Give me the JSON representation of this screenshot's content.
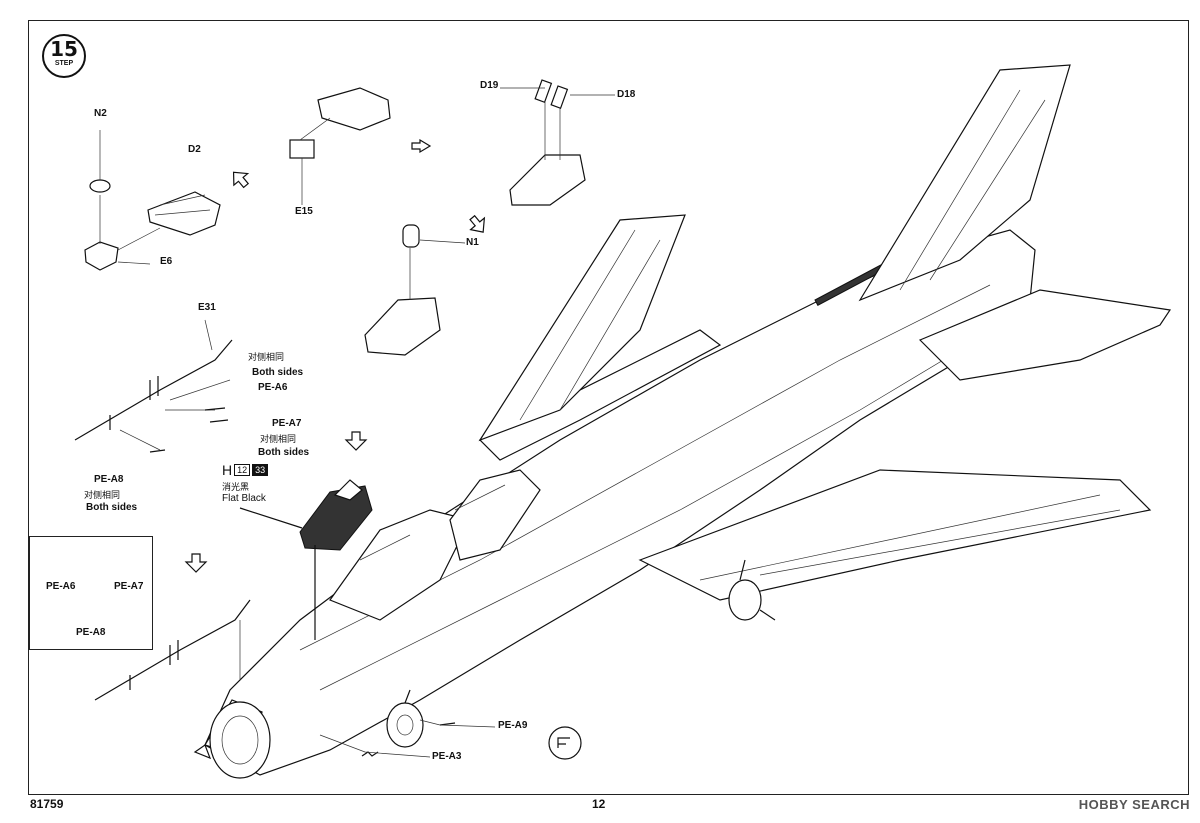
{
  "step": {
    "number": "15",
    "word": "STEP"
  },
  "parts": {
    "n2": "N2",
    "d2": "D2",
    "e6": "E6",
    "e15": "E15",
    "d19": "D19",
    "d18": "D18",
    "n1": "N1",
    "e31": "E31",
    "pe_a6": "PE-A6",
    "pe_a7": "PE-A7",
    "pe_a8": "PE-A8",
    "pe_a9": "PE-A9",
    "pe_a3": "PE-A3"
  },
  "notes": {
    "both_sides_cn": "对侧相同",
    "both_sides_en": "Both sides"
  },
  "paint": {
    "letter": "H",
    "code1": "12",
    "code2": "33",
    "name_cn": "消光黑",
    "name_en": "Flat Black"
  },
  "legend": {
    "a6": "PE-A6",
    "a7": "PE-A7",
    "a8": "PE-A8"
  },
  "footer": {
    "kit_number": "81759",
    "page_number": "12"
  },
  "watermark": "HOBBY SEARCH"
}
